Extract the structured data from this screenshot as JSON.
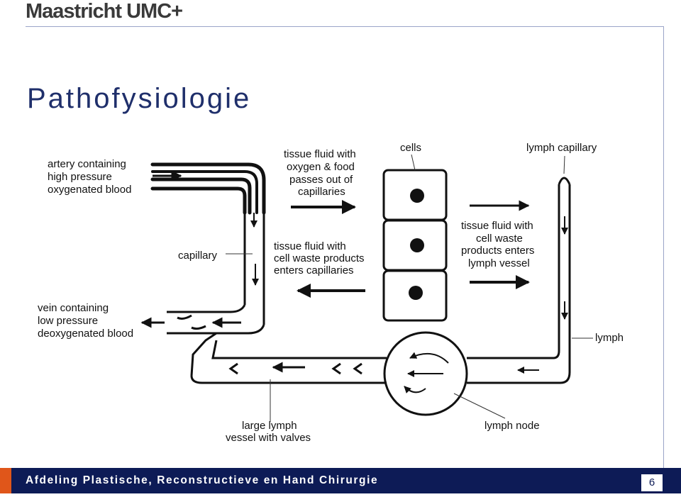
{
  "header": {
    "logo_text": "Maastricht UMC+"
  },
  "slide": {
    "title": "Pathofysiologie"
  },
  "diagram": {
    "labels": {
      "artery_1": "artery containing",
      "artery_2": "high pressure",
      "artery_3": "oxygenated blood",
      "tf_out_1": "tissue fluid with",
      "tf_out_2": "oxygen & food",
      "tf_out_3": "passes out of",
      "tf_out_4": "capillaries",
      "cells": "cells",
      "lymph_capillary": "lymph capillary",
      "capillary": "capillary",
      "tf_in_1": "tissue fluid with",
      "tf_in_2": "cell waste products",
      "tf_in_3": "enters capillaries",
      "tf_lymph_1": "tissue fluid with",
      "tf_lymph_2": "cell waste",
      "tf_lymph_3": "products enters",
      "tf_lymph_4": "lymph vessel",
      "vein_1": "vein containing",
      "vein_2": "low pressure",
      "vein_3": "deoxygenated blood",
      "lymph": "lymph",
      "large_lymph_1": "large lymph",
      "large_lymph_2": "vessel with valves",
      "lymph_node": "lymph node"
    }
  },
  "footer": {
    "department": "Afdeling Plastische, Reconstructieve en Hand Chirurgie",
    "page_number": "6"
  },
  "colors": {
    "title": "#1f2f6b",
    "footer_bg": "#0d1b56",
    "footer_accent": "#e0561a",
    "rule": "#9aa4c8"
  }
}
